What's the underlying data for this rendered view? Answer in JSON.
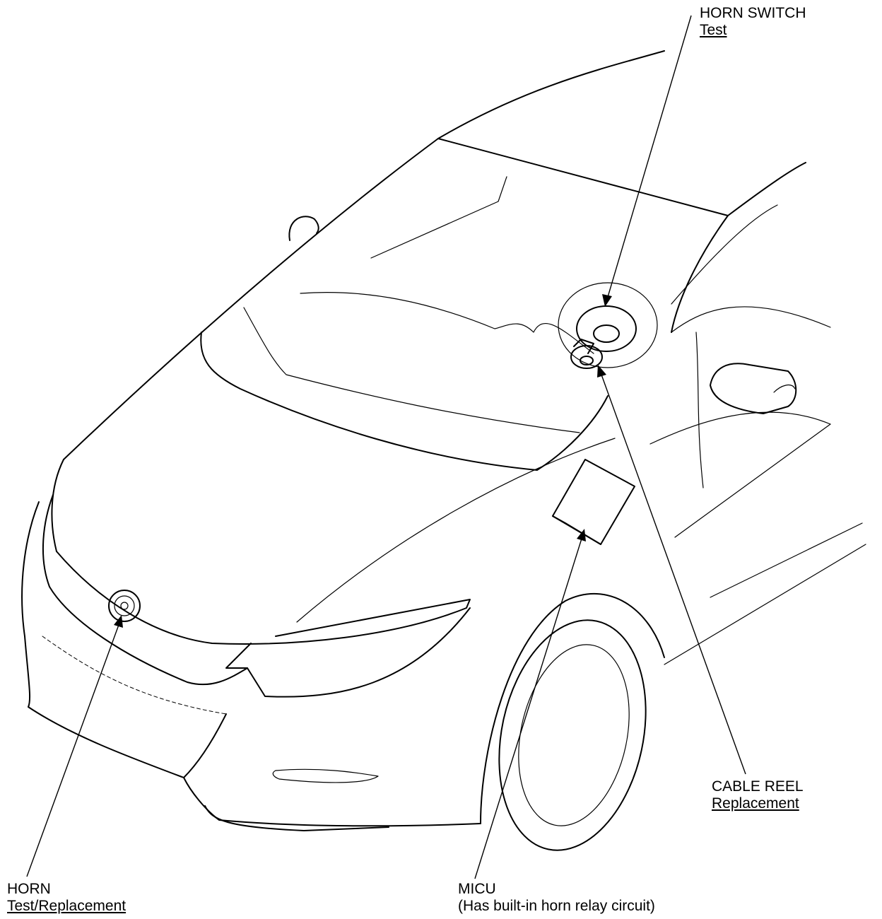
{
  "labels": {
    "horn_switch": {
      "title": "HORN SWITCH",
      "link": "Test"
    },
    "cable_reel": {
      "title": "CABLE REEL",
      "link": "Replacement"
    },
    "horn": {
      "title": "HORN",
      "link": "Test/Replacement"
    },
    "micu": {
      "title": "MICU",
      "note": "(Has built-in horn relay circuit)"
    }
  },
  "colors": {
    "line": "#000000",
    "background": "#ffffff"
  }
}
